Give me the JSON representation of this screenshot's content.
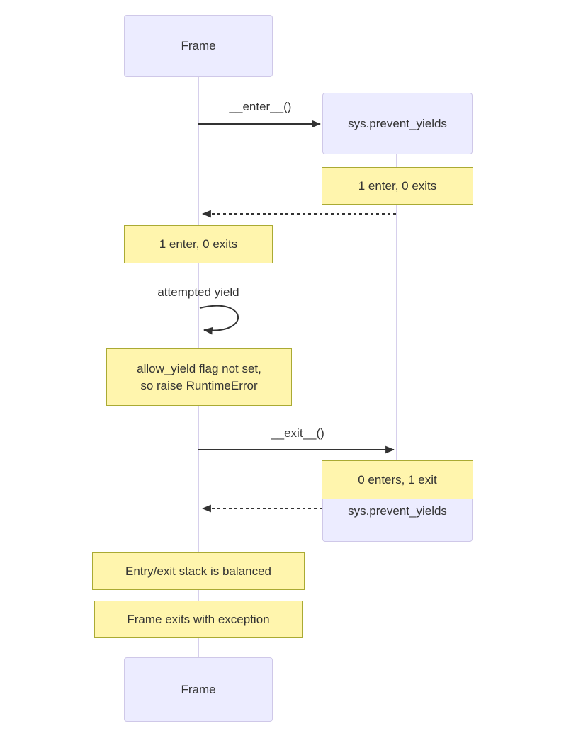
{
  "diagram_type": "sequence",
  "colors": {
    "actor-fill": "#ececff",
    "actor-border": "#cfc8e8",
    "note-fill": "#fff5ad",
    "note-border": "#aaaa33",
    "lifeline": "#d6cfec",
    "arrow": "#333333",
    "text": "#333333",
    "background": "#ffffff"
  },
  "participants": [
    {
      "id": "frame",
      "label": "Frame"
    },
    {
      "id": "sys-prevent-yields",
      "label": "sys.prevent_yields"
    }
  ],
  "messages": [
    {
      "from": "Frame",
      "to": "sys.prevent_yields",
      "label": "__enter__()",
      "line": "solid"
    },
    {
      "from": "sys.prevent_yields",
      "to": "Frame",
      "label": "",
      "line": "dashed"
    },
    {
      "from": "Frame",
      "to": "Frame",
      "label": "attempted yield",
      "line": "self-loop"
    },
    {
      "from": "Frame",
      "to": "sys.prevent_yields",
      "label": "__exit__()",
      "line": "solid"
    },
    {
      "from": "sys.prevent_yields",
      "to": "Frame",
      "label": "",
      "line": "dashed"
    }
  ],
  "notes": [
    {
      "over": "sys.prevent_yields",
      "text": "1 enter, 0 exits"
    },
    {
      "over": "Frame",
      "text": "1 enter, 0 exits"
    },
    {
      "over": "Frame",
      "text": "allow_yield flag not set, so raise RuntimeError",
      "lines": [
        "allow_yield flag not set,",
        "so raise RuntimeError"
      ]
    },
    {
      "over": "sys.prevent_yields",
      "text": "0 enters, 1 exit"
    },
    {
      "over": "Frame",
      "text": "Entry/exit stack is balanced"
    },
    {
      "over": "Frame",
      "text": "Frame exits with exception"
    }
  ]
}
